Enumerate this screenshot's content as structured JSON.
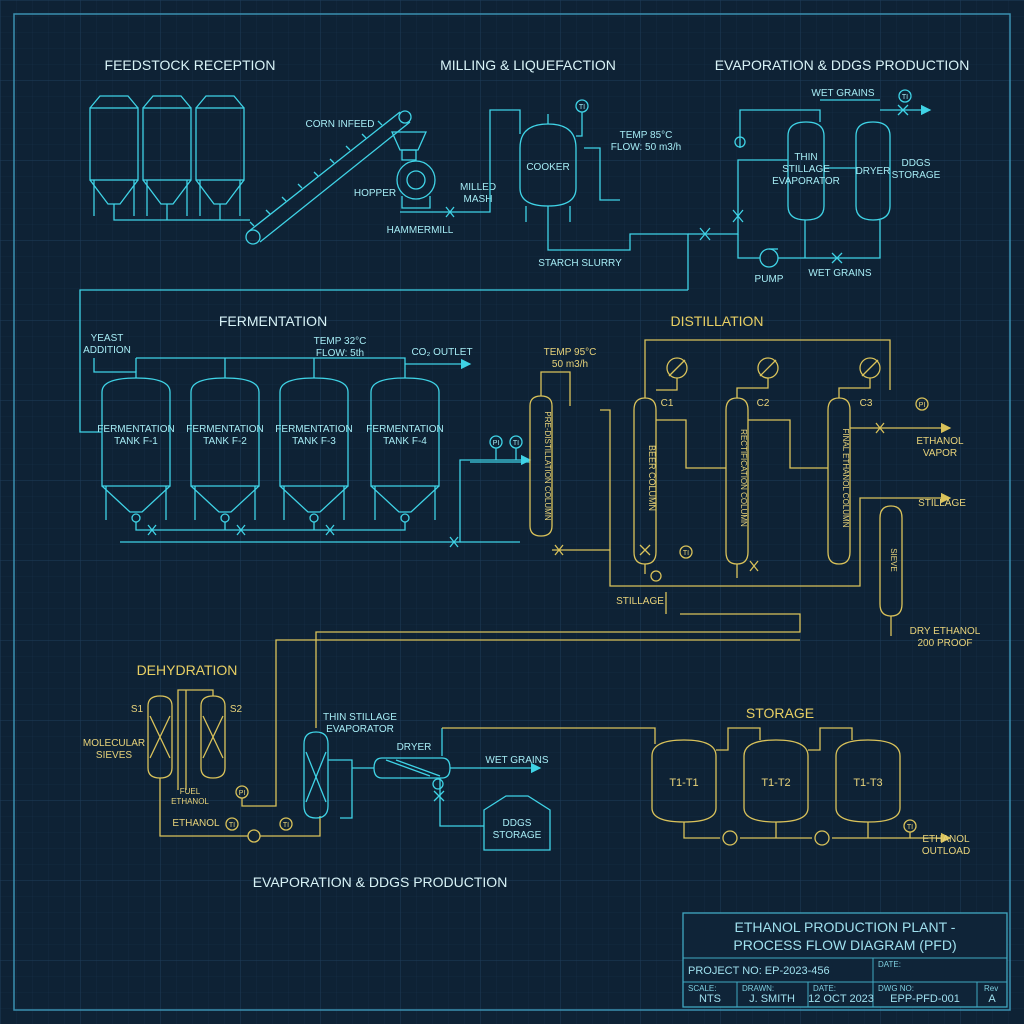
{
  "colors": {
    "background": "#0e2235",
    "grid": "#1b3550",
    "cyan_lines": "#3fd3e6",
    "yellow_lines": "#d9c25a",
    "title_block": "#3fa7c0"
  },
  "sections": {
    "feedstock": "FEEDSTOCK RECEPTION",
    "milling": "MILLING & LIQUEFACTION",
    "evap_top": "EVAPORATION & DDGS PRODUCTION",
    "fermentation": "FERMENTATION",
    "distillation": "DISTILLATION",
    "dehydration": "DEHYDRATION",
    "storage": "STORAGE",
    "evap_bottom": "EVAPORATION & DDGS PRODUCTION"
  },
  "labels": {
    "corn_infeed": "CORN INFEED",
    "hopper": "HOPPER",
    "hammermill": "HAMMERMILL",
    "milled_mash_1": "MILLED",
    "milled_mash_2": "MASH",
    "cooker": "COOKER",
    "temp_cooker": "TEMP 85°C",
    "flow_cooker": "FLOW: 50 m3/h",
    "starch_slurry": "STARCH SLURRY",
    "wet_grains_top": "WET GRAINS",
    "thin_stillage_1": "THIN",
    "thin_stillage_2": "STILLAGE",
    "thin_stillage_3": "EVAPORATOR",
    "dryer": "DRYER",
    "ddgs_1": "DDGS",
    "ddgs_2": "STORAGE",
    "pump": "PUMP",
    "wet_grains_mid": "WET GRAINS",
    "yeast_1": "YEAST",
    "yeast_2": "ADDITION",
    "temp_ferm": "TEMP 32°C",
    "flow_ferm": "FLOW: 5th",
    "co2_outlet": "CO₂ OUTLET",
    "tank1_a": "FERMENTATION",
    "tank1_b": "TANK F-1",
    "tank2_a": "FERMENTATION",
    "tank2_b": "TANK F-2",
    "tank3_a": "FERMENTATION",
    "tank3_b": "TANK F-3",
    "tank4_a": "FERMENTATION",
    "tank4_b": "TANK F-4",
    "temp_dist": "TEMP 95°C",
    "flow_dist": "50 m3/h",
    "pre_column": "PRE-DISTILLATION COLUMN",
    "beer_column": "BEER COLUMN",
    "rect_column": "RECTIFICATION COLUMN",
    "final_column": "FINAL ETHANOL COLUMN",
    "c1": "C1",
    "c2": "C2",
    "c3": "C3",
    "ethanol_vapor_1": "ETHANOL",
    "ethanol_vapor_2": "VAPOR",
    "stillage_right": "STILLAGE",
    "stillage_mid": "STILLAGE",
    "sieve_label": "SIEVE",
    "dry_ethanol_1": "DRY ETHANOL",
    "dry_ethanol_2": "200 PROOF",
    "s1": "S1",
    "s2": "S2",
    "mol_sieves_1": "MOLECULAR",
    "mol_sieves_2": "SIEVES",
    "fuel_ethanol_1": "FUEL",
    "fuel_ethanol_2": "ETHANOL",
    "ethanol_line": "ETHANOL",
    "thin_stillage_b1": "THIN STILLAGE",
    "thin_stillage_b2": "EVAPORATOR",
    "dryer_bottom": "DRYER",
    "wet_grains_bottom": "WET GRAINS",
    "ddgs_bottom_1": "DDGS",
    "ddgs_bottom_2": "STORAGE",
    "t1": "T1-T1",
    "t2": "T1-T2",
    "t3": "T1-T3",
    "ethanol_outload_1": "ETHANOL",
    "ethanol_outload_2": "OUTLOAD",
    "instrument_tag": "TI",
    "pressure_tag": "PI"
  },
  "title_block": {
    "title_1": "ETHANOL PRODUCTION PLANT -",
    "title_2": "PROCESS FLOW DIAGRAM (PFD)",
    "project": "PROJECT NO: EP-2023-456",
    "date_label_top": "DATE:",
    "scale_label": "SCALE:",
    "scale": "NTS",
    "drawn_label": "DRAWN:",
    "drawn": "J. SMITH",
    "date_label": "DATE:",
    "date": "12 OCT 2023",
    "dwg_label": "DWG NO:",
    "dwg": "EPP-PFD-001",
    "rev_label": "Rev",
    "rev": "A"
  }
}
